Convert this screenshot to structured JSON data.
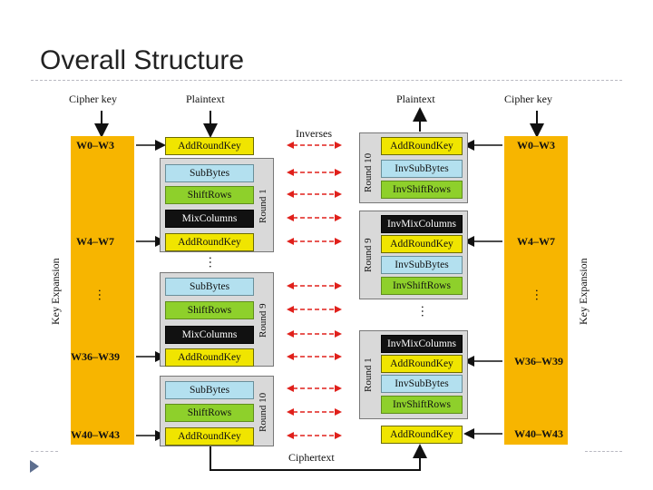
{
  "slide": {
    "title": "Overall Structure"
  },
  "headers": {
    "cipher_key_left": "Cipher key",
    "plaintext_left": "Plaintext",
    "inverses": "Inverses",
    "plaintext_right": "Plaintext",
    "cipher_key_right": "Cipher key",
    "ciphertext": "Ciphertext"
  },
  "key_expansion": {
    "label_left": "Key Expansion",
    "label_right": "Key Expansion",
    "words": [
      "W0–W3",
      "W4–W7",
      "W36–W39",
      "W40–W43"
    ],
    "ellipsis": "…"
  },
  "cipher_side": {
    "initial": "AddRoundKey",
    "rounds": [
      {
        "label": "Round 1",
        "steps": [
          "SubBytes",
          "ShiftRows",
          "MixColumns",
          "AddRoundKey"
        ]
      },
      {
        "label": "Round 9",
        "steps": [
          "SubBytes",
          "ShiftRows",
          "MixColumns",
          "AddRoundKey"
        ]
      },
      {
        "label": "Round 10",
        "steps": [
          "SubBytes",
          "ShiftRows",
          "AddRoundKey"
        ]
      }
    ]
  },
  "inverse_side": {
    "rounds": [
      {
        "label": "Round 10",
        "steps": [
          "AddRoundKey",
          "InvSubBytes",
          "InvShiftRows"
        ]
      },
      {
        "label": "Round 9",
        "steps": [
          "InvMixColumns",
          "AddRoundKey",
          "InvSubBytes",
          "InvShiftRows"
        ]
      },
      {
        "label": "Round 1",
        "steps": [
          "InvMixColumns",
          "AddRoundKey",
          "InvSubBytes",
          "InvShiftRows"
        ]
      }
    ],
    "final": "AddRoundKey"
  },
  "colors": {
    "key_column": "#f7b500",
    "add_round_key": "#f0e500",
    "sub_bytes": "#b3e0ef",
    "shift_rows": "#8ed02b",
    "mix_columns": "#111111",
    "inverse_arrow": "#e0201b"
  }
}
